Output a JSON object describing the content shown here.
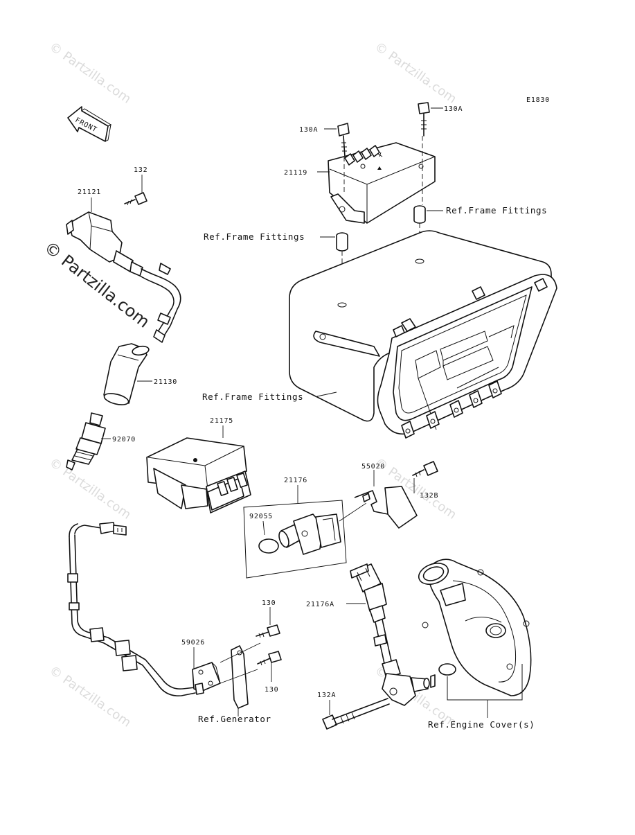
{
  "diagram": {
    "code": "E1830",
    "front_arrow_text": "FRONT",
    "watermark": "© Partzilla.com",
    "watermark_large": "© Partzilla.com",
    "labels": {
      "p132": "132",
      "p21121": "21121",
      "p21130": "21130",
      "p92070": "92070",
      "p21175": "21175",
      "p21176": "21176",
      "p92055": "92055",
      "p55020": "55020",
      "p132B": "132B",
      "p130A_left": "130A",
      "p130A_right": "130A",
      "p21119": "21119",
      "ref_frame_right": "Ref.Frame Fittings",
      "ref_frame_left": "Ref.Frame Fittings",
      "ref_frame_box": "Ref.Frame Fittings",
      "p130_top": "130",
      "p130_bottom": "130",
      "p59026": "59026",
      "ref_generator": "Ref.Generator",
      "p21176A": "21176A",
      "p132A": "132A",
      "ref_engine_cover": "Ref.Engine Cover(s)"
    }
  }
}
